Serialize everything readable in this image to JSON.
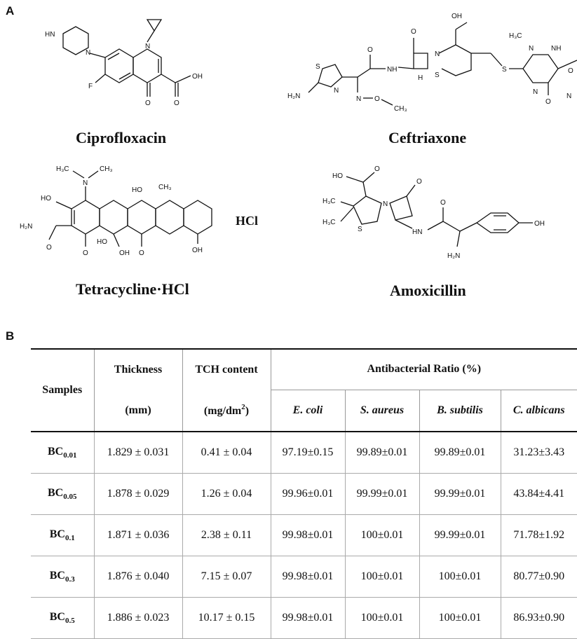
{
  "panels": {
    "a": "A",
    "b": "B"
  },
  "molecules": {
    "cipro": {
      "name": "Ciprofloxacin",
      "labels": {
        "nh": "HN",
        "n1": "N",
        "n2": "N",
        "f": "F",
        "o1": "O",
        "o2": "O",
        "oh": "OH"
      }
    },
    "ceft": {
      "name": "Ceftriaxone",
      "labels": {
        "s1": "S",
        "n1": "N",
        "h2n": "H₂N",
        "o1": "O",
        "nh1": "NH",
        "n2": "N",
        "o2": "O",
        "ch3": "CH₃",
        "o3": "O",
        "oh": "OH",
        "n3": "N",
        "h": "H",
        "s2": "S",
        "s3": "S",
        "h3c": "H₃C",
        "n4": "N",
        "n5": "N",
        "nh2": "NH",
        "n6": "N",
        "o4": "O",
        "o5": "O"
      }
    },
    "tet": {
      "name": "Tetracycline·HCl",
      "hcl": "HCl",
      "labels": {
        "h3c1": "H₃C",
        "ch3a": "CH₃",
        "n": "N",
        "ho1": "HO",
        "h2n": "H₂N",
        "o1": "O",
        "o2": "O",
        "ho2": "HO",
        "oh1": "OH",
        "o3": "O",
        "oh2": "OH",
        "ho3": "HO",
        "ch3b": "CH₃"
      }
    },
    "amox": {
      "name": "Amoxicillin",
      "labels": {
        "ho": "HO",
        "o1": "O",
        "h3c1": "H₃C",
        "h3c2": "H₃C",
        "n": "N",
        "o2": "O",
        "s": "S",
        "hn": "HN",
        "o3": "O",
        "h2n": "H₂N",
        "oh": "OH"
      }
    }
  },
  "table": {
    "headers": {
      "samples": "Samples",
      "thickness": "Thickness",
      "thickness_unit": "(mm)",
      "tch": "TCH content",
      "tch_unit_base": "(mg/dm",
      "tch_unit_sup": "2",
      "tch_unit_close": ")",
      "antibacterial": "Antibacterial Ratio (%)",
      "ecoli": "E. coli",
      "saureus": "S. aureus",
      "bsubtilis": "B. subtilis",
      "calbicans": "C. albicans"
    },
    "rows": [
      {
        "base": "BC",
        "sub": "0.01",
        "thickness": "1.829 ± 0.031",
        "tch": "0.41 ± 0.04",
        "ecoli": "97.19±0.15",
        "saureus": "99.89±0.01",
        "bsubtilis": "99.89±0.01",
        "calbicans": "31.23±3.43"
      },
      {
        "base": "BC",
        "sub": "0.05",
        "thickness": "1.878 ± 0.029",
        "tch": "1.26 ± 0.04",
        "ecoli": "99.96±0.01",
        "saureus": "99.99±0.01",
        "bsubtilis": "99.99±0.01",
        "calbicans": "43.84±4.41"
      },
      {
        "base": "BC",
        "sub": "0.1",
        "thickness": "1.871 ± 0.036",
        "tch": "2.38 ± 0.11",
        "ecoli": "99.98±0.01",
        "saureus": "100±0.01",
        "bsubtilis": "99.99±0.01",
        "calbicans": "71.78±1.92"
      },
      {
        "base": "BC",
        "sub": "0.3",
        "thickness": "1.876 ± 0.040",
        "tch": "7.15 ± 0.07",
        "ecoli": "99.98±0.01",
        "saureus": "100±0.01",
        "bsubtilis": "100±0.01",
        "calbicans": "80.77±0.90"
      },
      {
        "base": "BC",
        "sub": "0.5",
        "thickness": "1.886 ± 0.023",
        "tch": "10.17 ± 0.15",
        "ecoli": "99.98±0.01",
        "saureus": "100±0.01",
        "bsubtilis": "100±0.01",
        "calbicans": "86.93±0.90"
      }
    ]
  }
}
